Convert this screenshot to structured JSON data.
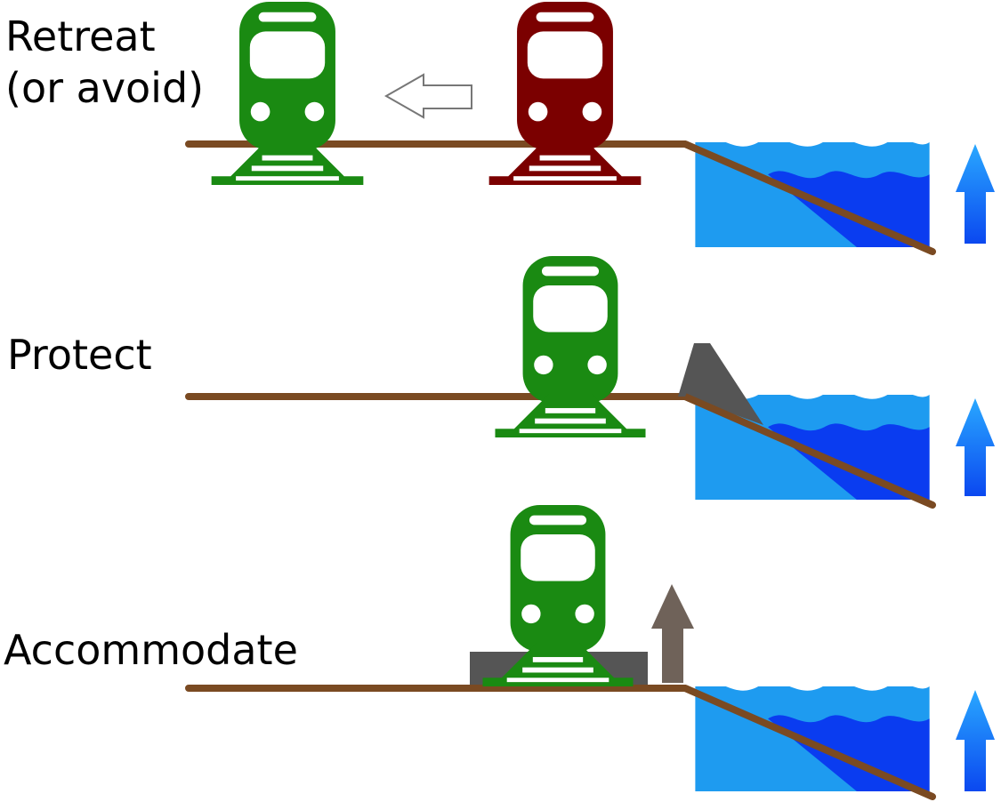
{
  "rows": [
    {
      "id": "retreat",
      "label": "Retreat\n(or avoid)"
    },
    {
      "id": "protect",
      "label": "Protect"
    },
    {
      "id": "accommodate",
      "label": "Accommodate"
    }
  ],
  "colors": {
    "train_safe": "#1a8a12",
    "train_at_risk": "#7b0000",
    "track": "#7a4a22",
    "water_light": "#1e9bf0",
    "water_dark": "#0a3cf0",
    "rise_arrow": "#1a73f5",
    "seawall": "#555555",
    "raised_platform": "#555555",
    "raise_arrow": "#6f6259",
    "retreat_arrow_outline": "#777777"
  },
  "icons": {
    "train": "train-icon",
    "sea_level_rise": "up-arrow-icon",
    "retreat_direction": "left-arrow-icon",
    "raise": "up-arrow-icon"
  }
}
